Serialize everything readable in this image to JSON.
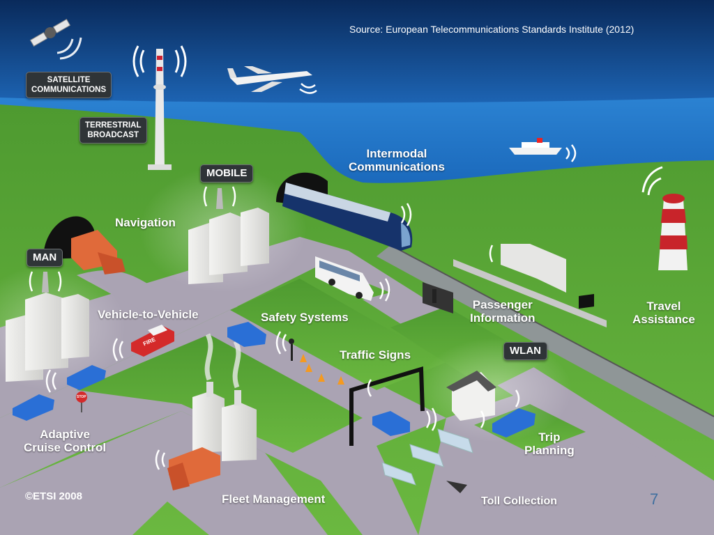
{
  "source": "Source: European Telecommunications Standards Institute (2012)",
  "copyright": "©ETSI 2008",
  "page_number": "7",
  "badges": {
    "satellite": "SATELLITE\nCOMMUNICATIONS",
    "terrestrial": "TERRESTRIAL\nBROADCAST",
    "mobile": "MOBILE",
    "man": "MAN",
    "wlan": "WLAN"
  },
  "labels": {
    "intermodal": "Intermodal\nCommunications",
    "navigation": "Navigation",
    "v2v": "Vehicle-to-Vehicle",
    "safety": "Safety Systems",
    "passenger": "Passenger\nInformation",
    "travel": "Travel\nAssistance",
    "traffic": "Traffic Signs",
    "acc": "Adaptive\nCruise Control",
    "trip": "Trip\nPlanning",
    "fleet": "Fleet Management",
    "toll": "Toll Collection"
  },
  "vehicle_text": {
    "fire": "FIRE",
    "stop": "STOP"
  },
  "colors": {
    "sky_top": "#0a2f63",
    "sky_bottom": "#2a7fd0",
    "grass": "#5aa838",
    "road": "#a9a2b0",
    "badge": "#2f3437",
    "truck": "#e06a3a",
    "car_blue": "#2a6fd6",
    "car_red": "#d42a2a"
  }
}
